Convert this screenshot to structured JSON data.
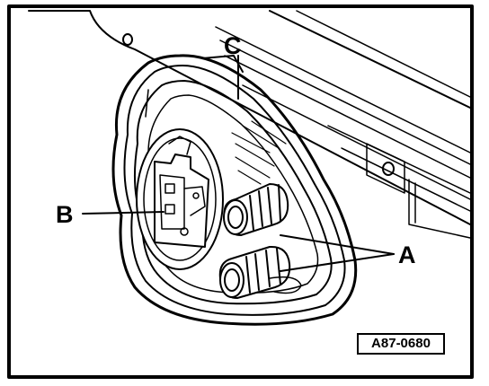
{
  "labels": {
    "a": "A",
    "b": "B",
    "c": "C"
  },
  "figure_id": "A87-0680",
  "colors": {
    "line": "#000000",
    "background": "#ffffff",
    "shade": "#d8d8d8"
  }
}
